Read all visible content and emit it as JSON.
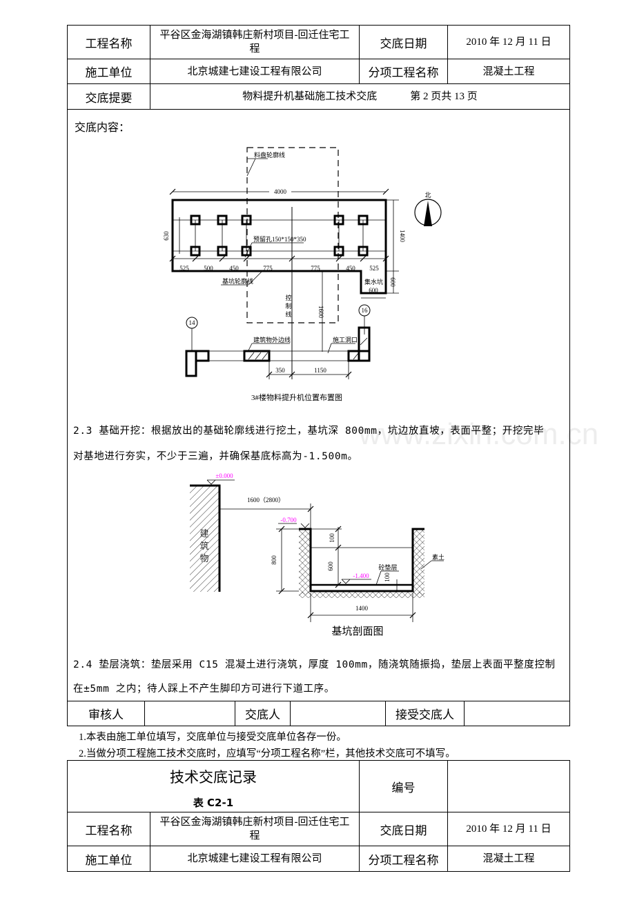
{
  "header": {
    "project_name_label": "工程名称",
    "project_name": "平谷区金海湖镇韩庄新村项目-回迁住宅工程",
    "date_label": "交底日期",
    "date": "2010 年 12 月 11 日",
    "contractor_label": "施工单位",
    "contractor": "北京城建七建设工程有限公司",
    "subproject_label": "分项工程名称",
    "subproject": "混凝土工程",
    "summary_label": "交底提要",
    "summary": "物料提升机基础施工技术交底",
    "page_info": "第 2 页共 13 页"
  },
  "content": {
    "heading": "交底内容：",
    "diagram1": {
      "caption": "3#楼物料提升机位置布置图",
      "platform_outline": "料盘轮廓线",
      "reserved_hole": "预留孔150*150*350",
      "pit_outline": "基坑轮廓线",
      "control_line": [
        "控",
        "制",
        "线"
      ],
      "sump": "集水坑",
      "building_edge": "建筑物外边线",
      "construction_opening": "施工洞口",
      "north": "北",
      "axis_left": "14",
      "axis_right": "16",
      "dim_total": "4000",
      "dim_depth": "1400",
      "dim_sump_depth": "600",
      "dim_sump_width": "600",
      "dim_hole_spacing": "630",
      "dim_offset": "1600",
      "bottom_dims": [
        "525",
        "500",
        "450",
        "775",
        "775",
        "450",
        "525"
      ],
      "wall_dims": [
        "350",
        "1150"
      ]
    },
    "para1_line1": "2.3 基础开挖：根据放出的基础轮廓线进行挖土，基坑深 800mm，坑边放直坡，表面平整；开挖完毕",
    "para1_line2": "对基地进行夯实，不少于三遍，并确保基底标高为-1.500m。",
    "diagram2": {
      "caption": "基坑剖面图",
      "elev_zero": "±0.000",
      "elev_top": "-0.700",
      "elev_bottom": "-1.400",
      "distance": "1600（2800）",
      "building": [
        "建",
        "筑",
        "物"
      ],
      "dim_depth": "800",
      "dim_top": "100",
      "dim_mid": "600",
      "dim_cushion": "100",
      "dim_width": "1400",
      "cushion": "砼垫层",
      "soil": "素土",
      "elev_color": "#ff00ff"
    },
    "para2_line1": "2.4 垫层浇筑：垫层采用 C15 混凝土进行浇筑，厚度 100mm，随浇筑随振捣，垫层上表面平整度控制",
    "para2_line2": "在±5mm 之内；待人踩上不产生脚印方可进行下道工序。"
  },
  "signatures": {
    "reviewer_label": "审核人",
    "discloser_label": "交底人",
    "receiver_label": "接受交底人"
  },
  "notes": [
    "1.本表由施工单位填写，交底单位与接受交底单位各存一份。",
    "2.当做分项工程施工技术交底时，应填写“分项工程名称”栏，其他技术交底可不填写。"
  ],
  "next_form": {
    "title": "技术交底记录",
    "form_no": "表 C2-1",
    "number_label": "编号"
  },
  "watermark": "www.zixin.com.cn"
}
